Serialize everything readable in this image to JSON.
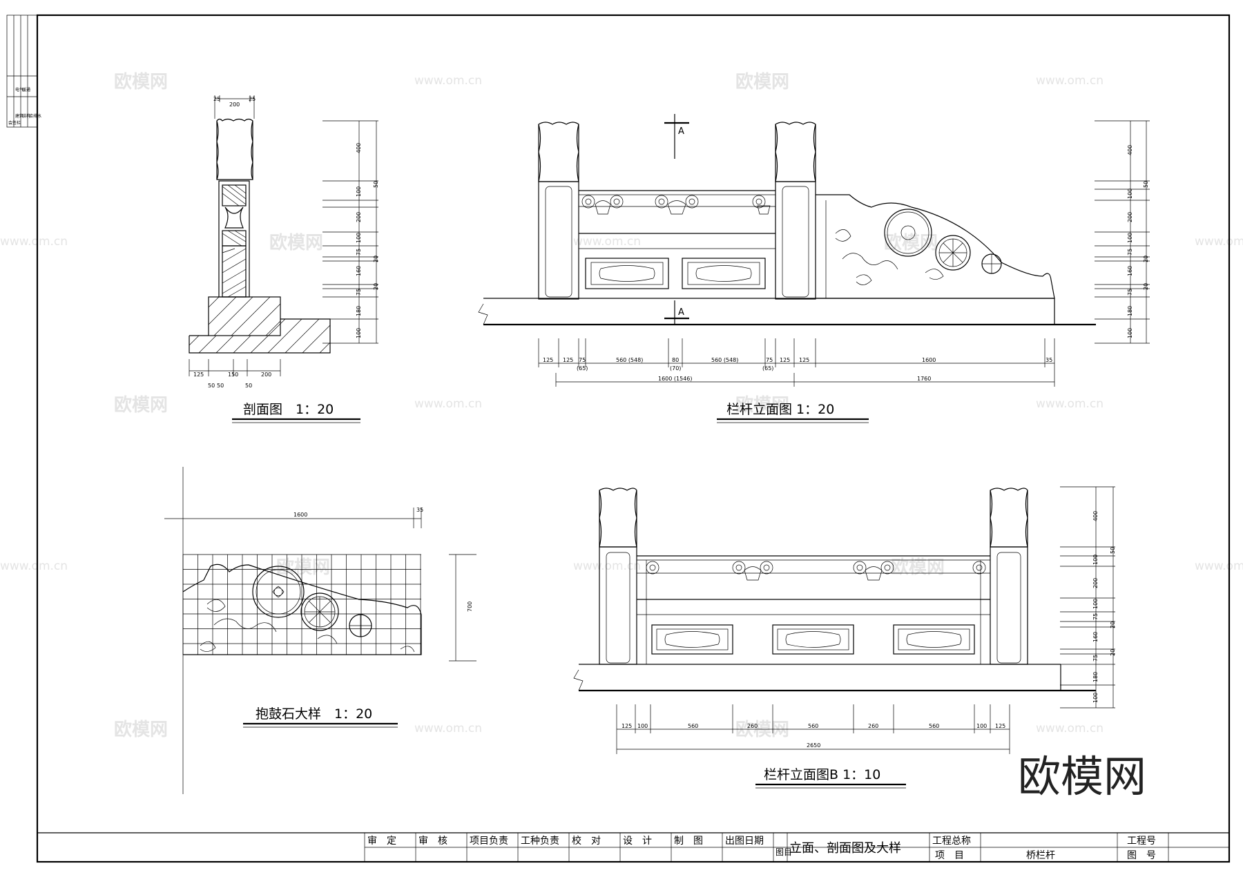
{
  "drawings": {
    "section": {
      "title": "剖面图　1：20",
      "dims_top": [
        "25",
        "200",
        "25"
      ],
      "dims_bottom": [
        "125",
        "150",
        "200",
        "50",
        "50",
        "50"
      ],
      "dims_right": [
        "400",
        "100",
        "50",
        "200",
        "100",
        "75",
        "20",
        "160",
        "20",
        "75",
        "180",
        "100"
      ]
    },
    "elevation_a": {
      "title": "栏杆立面图 1：20",
      "section_mark": "A",
      "dims_bottom": [
        "125",
        "125",
        "75",
        "560 (548)",
        "80",
        "560 (548)",
        "75",
        "125",
        "125",
        "1600",
        "35"
      ],
      "dims_bottom_sub": [
        "(65)",
        "(70)",
        "(65)"
      ],
      "dims_total": [
        "1600 (1546)",
        "1760"
      ],
      "dims_right": [
        "400",
        "50",
        "100",
        "200",
        "100",
        "75",
        "20",
        "160",
        "20",
        "75",
        "180",
        "100"
      ]
    },
    "drum_stone": {
      "title": "抱鼓石大样　1：20",
      "dims_top": [
        "1600",
        "35"
      ],
      "dims_right": [
        "700"
      ]
    },
    "elevation_b": {
      "title": "栏杆立面图B 1：10",
      "dims_bottom": [
        "125",
        "100",
        "560",
        "260",
        "560",
        "260",
        "560",
        "100",
        "125"
      ],
      "dims_total": [
        "2650"
      ],
      "dims_right": [
        "400",
        "50",
        "100",
        "200",
        "100",
        "75",
        "20",
        "160",
        "20",
        "75",
        "180",
        "100"
      ]
    }
  },
  "title_block": {
    "cells": [
      "审　定",
      "审　核",
      "项目负责",
      "工种负责",
      "校　对",
      "设　计",
      "制　图",
      "出图日期"
    ],
    "drawing_label": "图目",
    "drawing_name": "立面、剖面图及大样",
    "project_general_label": "工程总称",
    "project_label": "项　目",
    "project_value": "桥栏杆",
    "project_no_label": "工程号",
    "drawing_no_label": "图　号"
  },
  "left_strip": [
    "会签栏",
    "建筑",
    "结构",
    "给排水",
    "电气",
    "暖通"
  ],
  "watermarks": {
    "brand_cn": "欧模网",
    "brand_url": "www.om.cn",
    "logo": "欧模网"
  }
}
